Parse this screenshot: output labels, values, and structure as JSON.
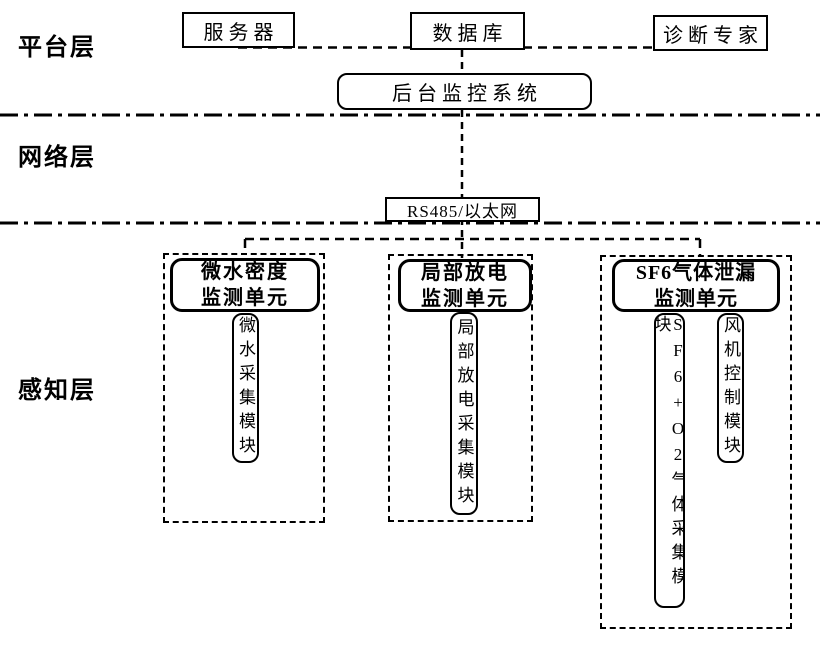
{
  "layers": {
    "platform": "平台层",
    "network": "网络层",
    "perception": "感知层"
  },
  "platform": {
    "server": "服务器",
    "database": "数据库",
    "expert": "诊断专家",
    "backend": "后台监控系统"
  },
  "network": {
    "bus": "RS485/以太网"
  },
  "perception": {
    "water": {
      "title1": "微水密度",
      "title2": "监测单元",
      "module": "微水采集模块"
    },
    "discharge": {
      "title1": "局部放电",
      "title2": "监测单元",
      "module": "局部放电采集模块"
    },
    "sf6": {
      "title1": "SF6气体泄漏",
      "title2": "监测单元",
      "module_gas": "SF6+O2气体采集模块",
      "module_fan": "风机控制模块"
    }
  },
  "colors": {
    "ink": "#000000",
    "background": "#ffffff"
  }
}
